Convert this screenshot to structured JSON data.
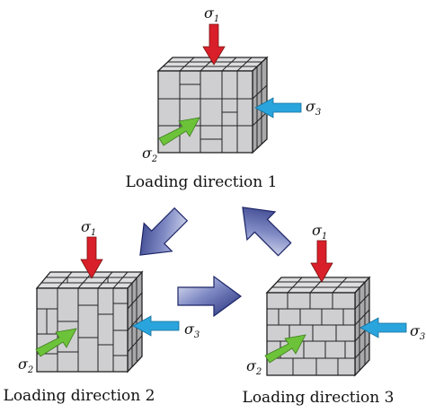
{
  "cubes": [
    {
      "caption": "Loading direction 1",
      "sigma1": {
        "symbol": "σ",
        "sub": "1"
      },
      "sigma2": {
        "symbol": "σ",
        "sub": "2"
      },
      "sigma3": {
        "symbol": "σ",
        "sub": "3"
      }
    },
    {
      "caption": "Loading direction 2",
      "sigma1": {
        "symbol": "σ",
        "sub": "1"
      },
      "sigma2": {
        "symbol": "σ",
        "sub": "2"
      },
      "sigma3": {
        "symbol": "σ",
        "sub": "3"
      }
    },
    {
      "caption": "Loading direction 3",
      "sigma1": {
        "symbol": "σ",
        "sub": "1"
      },
      "sigma2": {
        "symbol": "σ",
        "sub": "2"
      },
      "sigma3": {
        "symbol": "σ",
        "sub": "3"
      }
    }
  ],
  "colors": {
    "sigma1_arrow": "#d9202a",
    "sigma2_arrow": "#6cc33a",
    "sigma3_arrow": "#2aa4dc",
    "cycle_arrow": "#2e3a8c",
    "cube_front": "#cfcfd1",
    "cube_top": "#dedee0",
    "cube_side": "#a9a9ac",
    "grid_line": "#222222"
  },
  "cycle_arrows": [
    "cube-1-to-cube-2",
    "cube-2-to-cube-3",
    "cube-3-to-cube-1"
  ]
}
